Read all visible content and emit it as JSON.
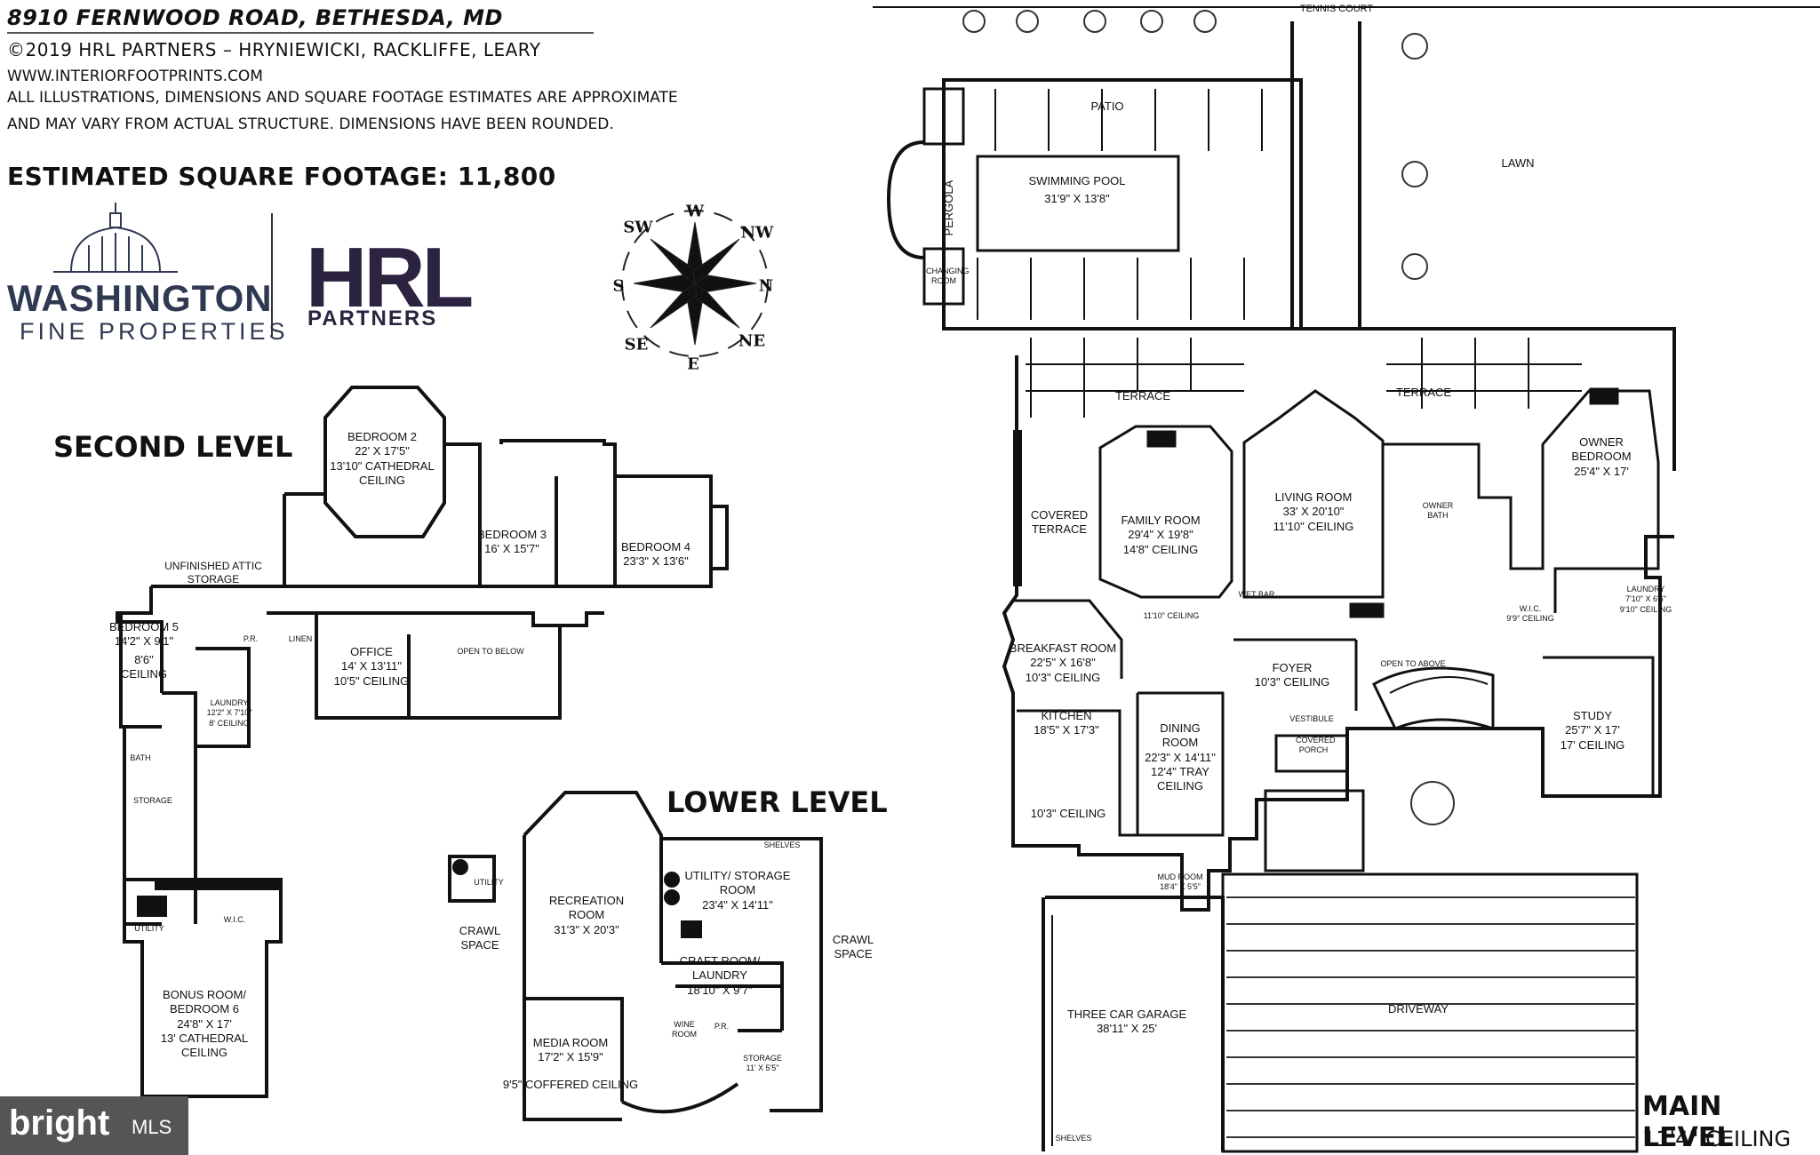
{
  "header": {
    "address": "8910 FERNWOOD ROAD, BETHESDA, MD",
    "copyright": "©2019 HRL PARTNERS – HRYNIEWICKI, RACKLIFFE, LEARY",
    "website": "WWW.INTERIORFOOTPRINTS.COM",
    "disclaimer_line1": "ALL ILLUSTRATIONS, DIMENSIONS AND SQUARE FOOTAGE ESTIMATES ARE APPROXIMATE",
    "disclaimer_line2": "AND MAY VARY FROM ACTUAL STRUCTURE. DIMENSIONS HAVE BEEN ROUNDED.",
    "square_footage": "ESTIMATED SQUARE FOOTAGE: 11,800"
  },
  "logos": {
    "washington": "WASHINGTON",
    "fine_properties": "FINE PROPERTIES",
    "hrl": "HRL",
    "partners": "PARTNERS",
    "watermark": "bright",
    "watermark_mls": "MLS"
  },
  "compass": {
    "w": "W",
    "nw": "NW",
    "n": "N",
    "ne": "NE",
    "e": "E",
    "se": "SE",
    "s": "S",
    "sw": "SW"
  },
  "levels": {
    "second": "SECOND LEVEL",
    "lower": "LOWER LEVEL",
    "main": "MAIN LEVEL",
    "main_ceiling": "11'4\" CEILING"
  },
  "second_level": [
    {
      "name": "BEDROOM 2",
      "dims": "22' X 17'5\"",
      "extra": "13'10\" CATHEDRAL CEILING"
    },
    {
      "name": "BEDROOM 3",
      "dims": "16' X 15'7\""
    },
    {
      "name": "BEDROOM 4",
      "dims": "23'3\" X 13'6\""
    },
    {
      "name": "BEDROOM 5",
      "dims": "14'2\" X 9'1\"",
      "extra": "8'6\" CEILING"
    },
    {
      "name": "OFFICE",
      "dims": "14' X 13'11\"",
      "extra": "10'5\" CEILING"
    },
    {
      "name": "UNFINISHED ATTIC STORAGE"
    },
    {
      "name": "LAUNDRY",
      "dims": "12'2\" X 7'10\"",
      "extra": "8' CEILING"
    },
    {
      "name": "BONUS ROOM/ BEDROOM 6",
      "dims": "24'8\" X 17'",
      "extra": "13' CATHEDRAL CEILING"
    },
    {
      "name": "OPEN TO BELOW"
    },
    {
      "name": "UTILITY"
    },
    {
      "name": "W.I.C."
    },
    {
      "name": "BATH"
    },
    {
      "name": "STORAGE"
    },
    {
      "name": "LINEN"
    },
    {
      "name": "P.R."
    }
  ],
  "lower_level": [
    {
      "name": "RECREATION ROOM",
      "dims": "31'3\" X 20'3\""
    },
    {
      "name": "UTILITY/ STORAGE ROOM",
      "dims": "23'4\" X 14'11\""
    },
    {
      "name": "CRAFT ROOM/ LAUNDRY",
      "dims": "18'10\" X 9'7\""
    },
    {
      "name": "MEDIA ROOM",
      "dims": "17'2\" X 15'9\"",
      "extra": "9'5\" COFFERED CEILING"
    },
    {
      "name": "CRAWL SPACE"
    },
    {
      "name": "WINE ROOM"
    },
    {
      "name": "STORAGE",
      "dims": "11' X 5'5\""
    },
    {
      "name": "UTILITY"
    },
    {
      "name": "SHELVES"
    },
    {
      "name": "P.R."
    }
  ],
  "main_level": [
    {
      "name": "SWIMMING POOL",
      "dims": "31'9\" X 13'8\""
    },
    {
      "name": "PATIO"
    },
    {
      "name": "PERGOLA"
    },
    {
      "name": "TENNIS COURT"
    },
    {
      "name": "LAWN"
    },
    {
      "name": "TERRACE"
    },
    {
      "name": "TERRACE"
    },
    {
      "name": "COVERED TERRACE"
    },
    {
      "name": "FAMILY ROOM",
      "dims": "29'4\" X 19'8\"",
      "extra": "14'8\" CEILING"
    },
    {
      "name": "LIVING ROOM",
      "dims": "33' X 20'10\"",
      "extra": "11'10\" CEILING"
    },
    {
      "name": "OWNER BEDROOM",
      "dims": "25'4\" X 17'"
    },
    {
      "name": "OWNER BATH"
    },
    {
      "name": "BREAKFAST ROOM",
      "dims": "22'5\" X 16'8\"",
      "extra": "10'3\" CEILING"
    },
    {
      "name": "KITCHEN",
      "dims": "18'5\" X 17'3\"",
      "extra": "10'3\" CEILING"
    },
    {
      "name": "DINING ROOM",
      "dims": "22'3\" X 14'11\"",
      "extra": "12'4\" TRAY CEILING"
    },
    {
      "name": "FOYER",
      "dims": "10'3\" CEILING"
    },
    {
      "name": "OPEN TO ABOVE"
    },
    {
      "name": "STUDY",
      "dims": "25'7\" X 17'",
      "extra": "17' CEILING"
    },
    {
      "name": "COVERED PORCH"
    },
    {
      "name": "VESTIBULE"
    },
    {
      "name": "MUD ROOM",
      "dims": "18'4\" X 5'5\""
    },
    {
      "name": "THREE CAR GARAGE",
      "dims": "38'11\" X 25'"
    },
    {
      "name": "DRIVEWAY"
    },
    {
      "name": "WET BAR"
    },
    {
      "name": "W.I.C.",
      "dims": "9'9\" CEILING"
    },
    {
      "name": "LAUNDRY",
      "dims": "7'10\" X 6'6\"",
      "extra": "9'10\" CEILING"
    },
    {
      "name": "11'10\" CEILING"
    },
    {
      "name": "SHELVES"
    },
    {
      "name": "CHANGING ROOM"
    }
  ]
}
